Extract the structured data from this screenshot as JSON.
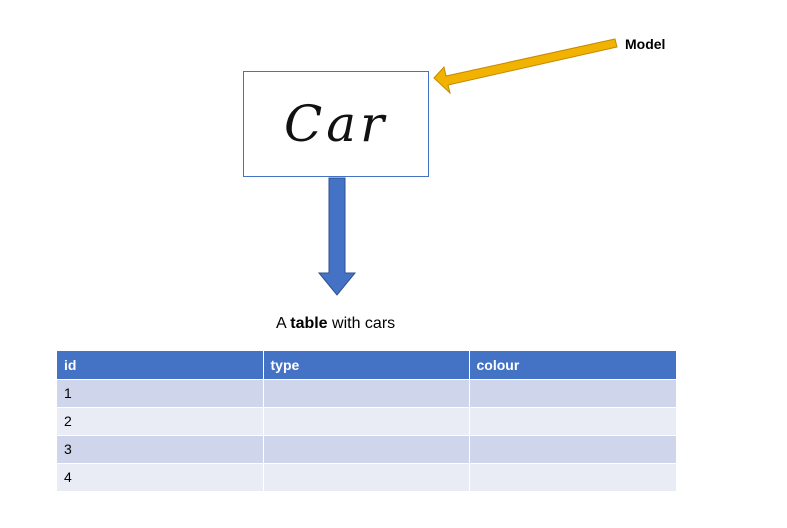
{
  "model_label": "Model",
  "box_text": "Car",
  "caption": {
    "prefix": "A ",
    "bold": "table",
    "suffix": " with cars"
  },
  "table": {
    "headers": [
      "id",
      "type",
      "colour"
    ],
    "rows": [
      [
        "1",
        "",
        ""
      ],
      [
        "2",
        "",
        ""
      ],
      [
        "3",
        "",
        ""
      ],
      [
        "4",
        "",
        ""
      ]
    ]
  },
  "colors": {
    "model_arrow": "#f2b200",
    "down_arrow": "#4472c4",
    "table_header": "#4472c4",
    "row_odd": "#cfd5ea",
    "row_even": "#e9ebf5"
  }
}
